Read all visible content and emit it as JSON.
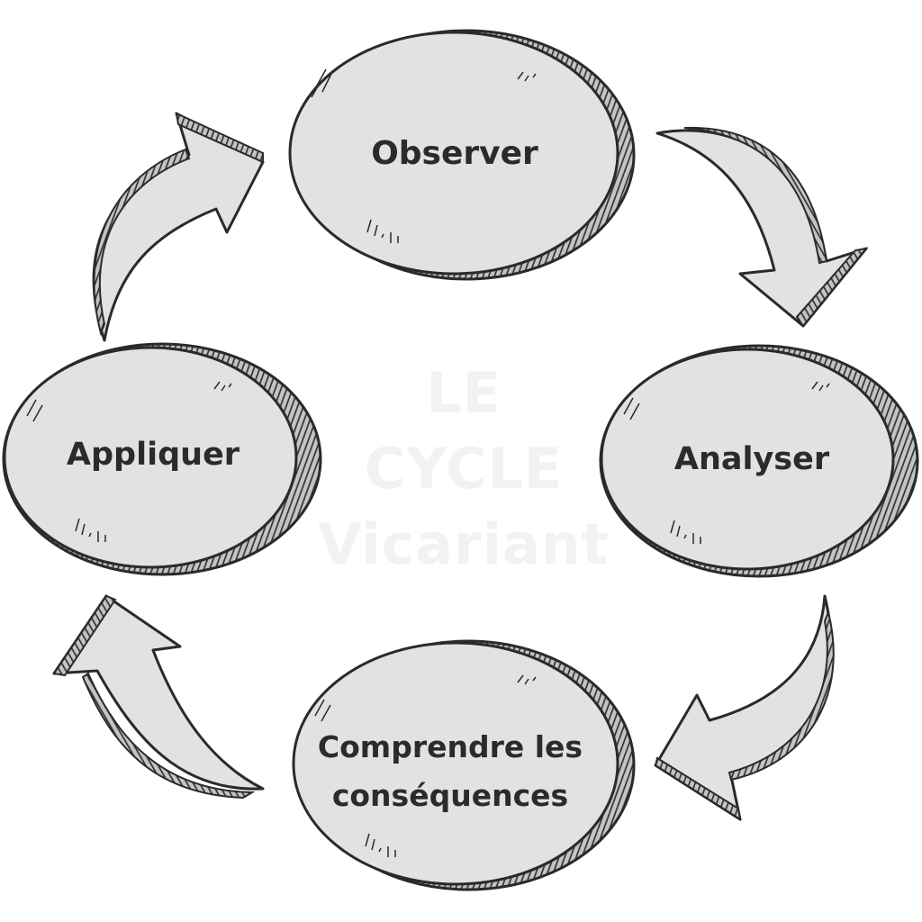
{
  "watermark": {
    "lines": [
      "LE",
      "CYCLE",
      "Vicariant"
    ]
  },
  "nodes": [
    {
      "id": "observer",
      "label": "Observer"
    },
    {
      "id": "analyser",
      "label": "Analyser"
    },
    {
      "id": "comprendre",
      "label": "Comprendre les conséquences"
    },
    {
      "id": "appliquer",
      "label": "Appliquer"
    }
  ],
  "arrows": [
    {
      "from": "Observer",
      "to": "Analyser",
      "icon": "curved-arrow-down-right-icon"
    },
    {
      "from": "Analyser",
      "to": "Comprendre les conséquences",
      "icon": "curved-arrow-down-left-icon"
    },
    {
      "from": "Comprendre les conséquences",
      "to": "Appliquer",
      "icon": "curved-arrow-up-left-icon"
    },
    {
      "from": "Appliquer",
      "to": "Observer",
      "icon": "curved-arrow-up-right-icon"
    }
  ],
  "colors": {
    "fill": "#e2e2e0",
    "rim": "#c4c4c2",
    "outline": "#2a2a2a",
    "text": "#2b2b2b",
    "watermark": "#f2f2f2",
    "background": "#ffffff"
  }
}
